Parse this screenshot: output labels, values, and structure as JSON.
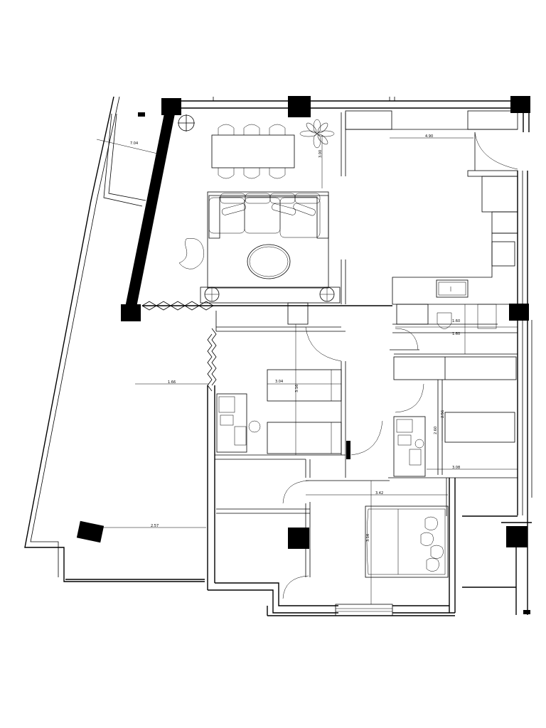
{
  "drawing": {
    "type": "architectural floor plan",
    "dimensions": [
      "7.04",
      "4.90",
      "3.00",
      "3.04",
      "3.16",
      "1.66",
      "2.57",
      "2.60",
      "2.56",
      "3.08",
      "3.42",
      "3.16",
      "1.60",
      "1.60"
    ]
  }
}
